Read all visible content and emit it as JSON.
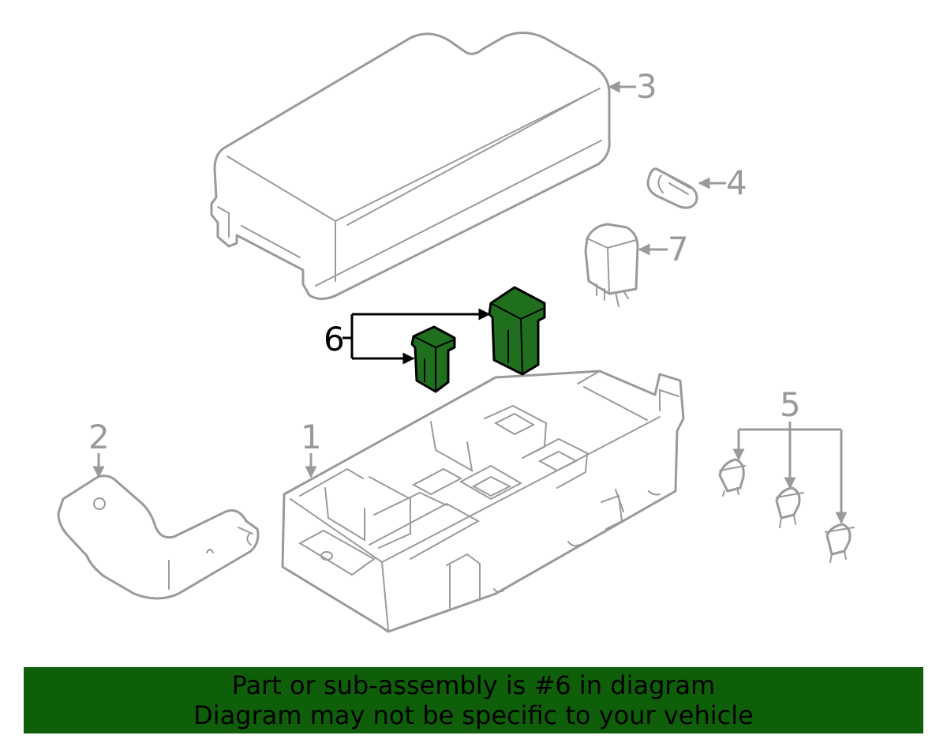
{
  "diagram": {
    "callouts": {
      "c1": "1",
      "c2": "2",
      "c3": "3",
      "c4": "4",
      "c5": "5",
      "c6": "6",
      "c7": "7"
    },
    "highlight_part": "6",
    "colors": {
      "line_art": "#9a9a9a",
      "highlight_fill": "#1f6f1f",
      "banner_background": "#0f5f0a"
    }
  },
  "banner": {
    "line1": "Part or sub-assembly is #6 in diagram",
    "line2": "Diagram may not be specific to your vehicle"
  }
}
